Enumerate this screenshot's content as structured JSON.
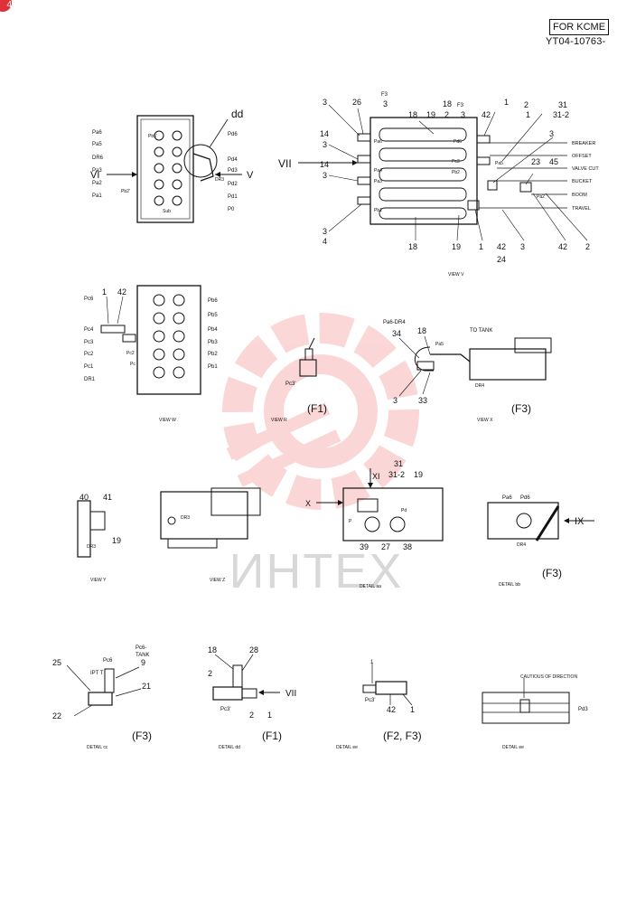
{
  "header": {
    "model_tag": "FOR KCME",
    "drawing_no": "YT04-10763-",
    "corner_mark": "4"
  },
  "watermark": {
    "text": "ИНТЕХ"
  },
  "views": {
    "top_left": {
      "arrow_left": "VI",
      "arrow_right": "V",
      "detail_tag": "dd",
      "ports_left": [
        "Pa6",
        "Pa5",
        "DR6",
        "Pa3",
        "Pa2",
        "Pa1"
      ],
      "ports_right": [
        "Pd6",
        "Pd4",
        "Pd3",
        "Pd2",
        "Pd1",
        "P0"
      ],
      "marks": [
        "Pb5'",
        "Pb2'",
        "DR3",
        "Sub"
      ]
    },
    "view_v": {
      "arrow": "VII",
      "label": "VIEW V",
      "left_numbers": [
        "3",
        "26",
        "F3",
        "3",
        "14",
        "3",
        "14",
        "3",
        "3",
        "4"
      ],
      "top_numbers": [
        "18",
        "19",
        "18",
        "F3",
        "2",
        "3",
        "42",
        "1",
        "2",
        "1",
        "31",
        "31-2",
        "3",
        "23",
        "45"
      ],
      "bottom_numbers": [
        "18",
        "19",
        "1",
        "42",
        "3",
        "42",
        "2",
        "24"
      ],
      "functions": [
        "BREAKER",
        "OFFSET",
        "VALVE CUT",
        "BUCKET",
        "BOOM",
        "TRAVEL"
      ],
      "ports": [
        "Pa6",
        "Pa4",
        "Pa3",
        "Pb1",
        "Pd6",
        "Pa5",
        "Pb2",
        "Pa2",
        "Pc3"
      ]
    },
    "view_w": {
      "label": "VIEW W",
      "numbers": [
        "1",
        "42"
      ],
      "ports_left": [
        "Pc6",
        "Pc4",
        "Pc3",
        "Pc2",
        "Pc1",
        "DR1"
      ],
      "ports_right": [
        "Pb6",
        "Pb5",
        "Pb4",
        "Pb3",
        "Pb2",
        "Pb1"
      ],
      "inner": [
        "Pc2",
        "Pc"
      ]
    },
    "view_r": {
      "label": "VIEW R",
      "port": "Pc3'",
      "fcode": "(F1)"
    },
    "view_x": {
      "label": "VIEW X",
      "fcode": "(F3)",
      "top": [
        "Pa6-DR4",
        "TO TANK"
      ],
      "numbers": [
        "34",
        "18",
        "3",
        "33"
      ],
      "ports": [
        "Pa5",
        "DR4"
      ]
    },
    "view_y": {
      "label": "VIEW Y",
      "numbers": [
        "40",
        "41",
        "19"
      ],
      "port": "DR3"
    },
    "view_z": {
      "label": "VIEW Z",
      "port": "DR3"
    },
    "detail_aa": {
      "label": "DETAIL aa",
      "arrow_top": "XI",
      "arrow_left": "X",
      "numbers": [
        "31",
        "31-2",
        "19",
        "39",
        "27",
        "38"
      ],
      "ports": [
        "P",
        "Pd"
      ]
    },
    "detail_bb": {
      "label": "DETAIL bb",
      "arrow": "IX",
      "fcode": "(F3)",
      "ports": [
        "Pa6",
        "Pd6",
        "DR4"
      ]
    },
    "detail_cc": {
      "label": "DETAIL cc",
      "fcode": "(F3)",
      "numbers": [
        "25",
        "9",
        "21",
        "22"
      ],
      "tags": [
        "Pc6",
        "Pc6-",
        "TANK",
        "IPT T"
      ]
    },
    "detail_dd": {
      "label": "DETAIL dd",
      "fcode": "(F1)",
      "arrow": "VII",
      "numbers": [
        "18",
        "28",
        "2",
        "2",
        "1"
      ],
      "port": "Pc3'"
    },
    "detail_ee": {
      "label": "DETAIL ee",
      "fcode": "(F2, F3)",
      "numbers": [
        "42",
        "1",
        "1"
      ],
      "port": "Pc3'"
    },
    "detail_ff": {
      "label": "DETAIL ee",
      "note": "CAUTIOUS OF DIRECTION",
      "port": "Pd3"
    }
  }
}
